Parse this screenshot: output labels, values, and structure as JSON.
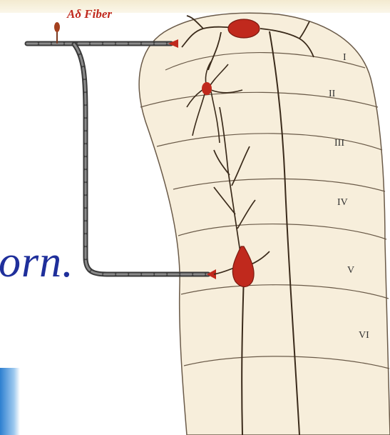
{
  "diagram": {
    "fiber_label": "Aδ Fiber",
    "slide_text_fragment": "orn.",
    "laminae": [
      "I",
      "II",
      "III",
      "IV",
      "V",
      "VI"
    ],
    "colors": {
      "neuron": "#c0291d",
      "cord_fill": "#f7eedb",
      "fiber": "#3a3a3a",
      "slide_text": "#1f2f9b",
      "corner_accent": "#2d7fd0"
    }
  }
}
